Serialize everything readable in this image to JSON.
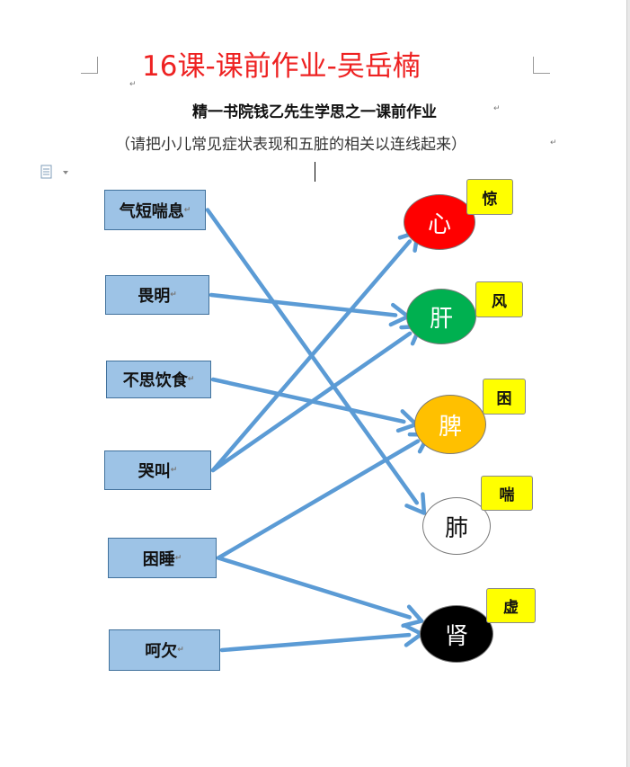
{
  "title": "16课-课前作业-吴岳楠",
  "subtitle": "精一书院钱乙先生学思之一课前作业",
  "instruction": "（请把小儿常见症状表现和五脏的相关以连线起来）",
  "symptoms": [
    "气短喘息",
    "畏明",
    "不思饮食",
    "哭叫",
    "困睡",
    "呵欠"
  ],
  "organs": [
    {
      "label": "心",
      "color": "#ff0000",
      "text_color": "#ffffff"
    },
    {
      "label": "肝",
      "color": "#00b050",
      "text_color": "#ffffff"
    },
    {
      "label": "脾",
      "color": "#ffc000",
      "text_color": "#ffffff"
    },
    {
      "label": "肺",
      "color": "#ffffff",
      "text_color": "#111111"
    },
    {
      "label": "肾",
      "color": "#000000",
      "text_color": "#ffffff"
    }
  ],
  "tags": [
    "惊",
    "风",
    "困",
    "喘",
    "虚"
  ],
  "connections": [
    {
      "from": "气短喘息",
      "to": "肺"
    },
    {
      "from": "畏明",
      "to": "肝"
    },
    {
      "from": "不思饮食",
      "to": "脾"
    },
    {
      "from": "哭叫",
      "to": "心"
    },
    {
      "from": "哭叫",
      "to": "肝"
    },
    {
      "from": "困睡",
      "to": "脾"
    },
    {
      "from": "困睡",
      "to": "肾"
    },
    {
      "from": "呵欠",
      "to": "肾"
    }
  ],
  "colors": {
    "arrow": "#5b9bd5",
    "box_fill": "#9dc3e6",
    "tag_fill": "#ffff00",
    "title": "#ee2222"
  }
}
